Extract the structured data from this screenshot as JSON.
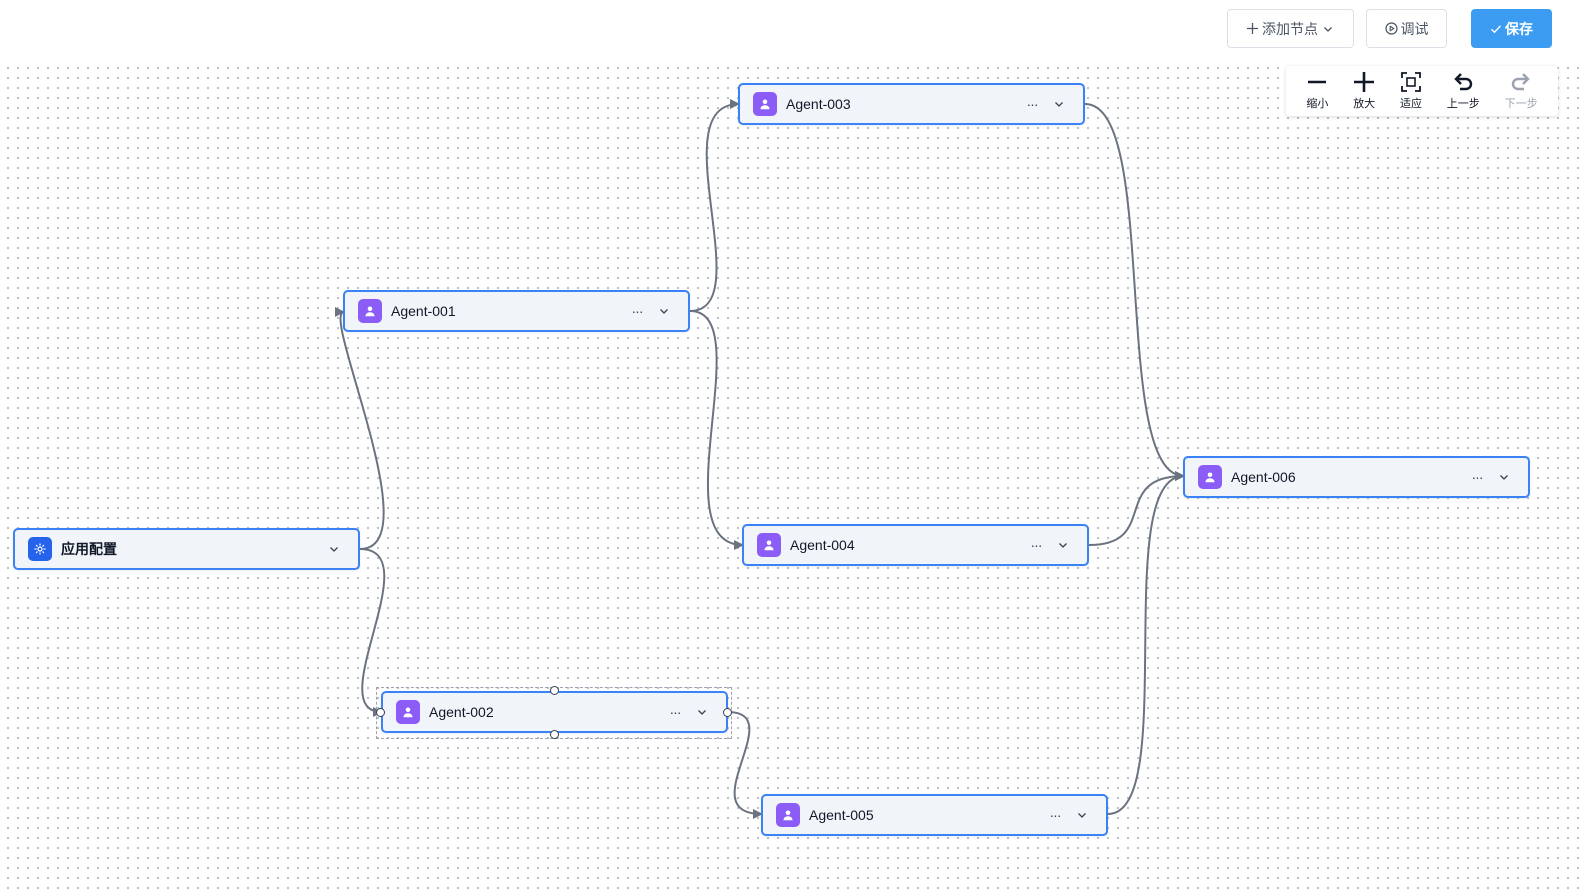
{
  "toolbar": {
    "add_node_label": "添加节点",
    "debug_label": "调试",
    "save_label": "保存"
  },
  "zoom_controls": [
    {
      "label": "缩小",
      "icon": "minus-icon",
      "enabled": true
    },
    {
      "label": "放大",
      "icon": "plus-icon",
      "enabled": true
    },
    {
      "label": "适应",
      "icon": "fit-view-icon",
      "enabled": true
    },
    {
      "label": "上一步",
      "icon": "undo-icon",
      "enabled": true
    },
    {
      "label": "下一步",
      "icon": "redo-icon",
      "enabled": false
    }
  ],
  "nodes": [
    {
      "id": "config",
      "title": "应用配置",
      "icon": "gear-icon",
      "has_more": false
    },
    {
      "id": "a1",
      "title": "Agent-001",
      "icon": "user-icon",
      "has_more": true
    },
    {
      "id": "a2",
      "title": "Agent-002",
      "icon": "user-icon",
      "has_more": true,
      "selected": true
    },
    {
      "id": "a3",
      "title": "Agent-003",
      "icon": "user-icon",
      "has_more": true
    },
    {
      "id": "a4",
      "title": "Agent-004",
      "icon": "user-icon",
      "has_more": true
    },
    {
      "id": "a5",
      "title": "Agent-005",
      "icon": "user-icon",
      "has_more": true
    },
    {
      "id": "a6",
      "title": "Agent-006",
      "icon": "user-icon",
      "has_more": true
    }
  ],
  "edges": [
    {
      "from": "config",
      "to": "a1"
    },
    {
      "from": "config",
      "to": "a2"
    },
    {
      "from": "a1",
      "to": "a3"
    },
    {
      "from": "a1",
      "to": "a4"
    },
    {
      "from": "a2",
      "to": "a5"
    },
    {
      "from": "a3",
      "to": "a6"
    },
    {
      "from": "a4",
      "to": "a6"
    },
    {
      "from": "a5",
      "to": "a6"
    }
  ],
  "colors": {
    "node_border": "#3b82f6",
    "node_bg": "#f1f5f9",
    "agent_icon_bg": "#8b5cf6",
    "config_icon_bg": "#2563eb",
    "edge": "#6b7280",
    "save_button": "#3b9cf2"
  }
}
